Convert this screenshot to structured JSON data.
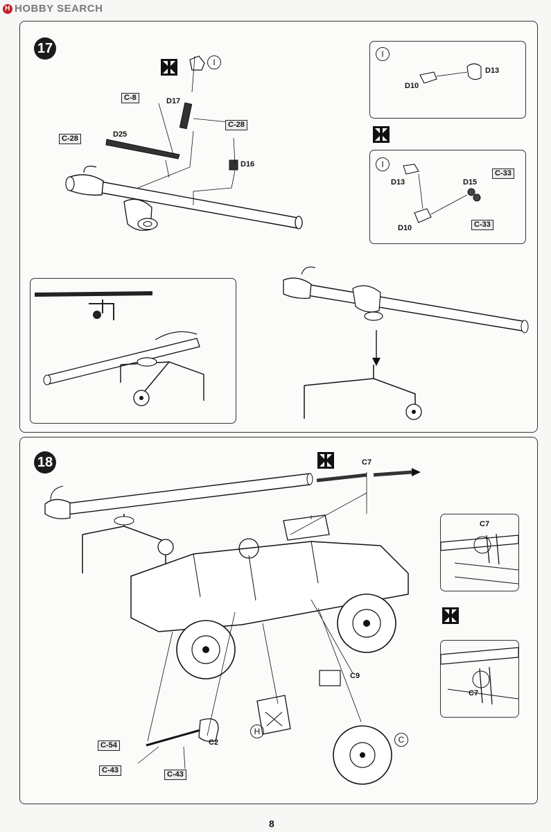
{
  "watermark": {
    "text": "HOBBY SEARCH",
    "logo": "H"
  },
  "step17": {
    "number": "17",
    "callouts": {
      "c8": "C-8",
      "d17": "D17",
      "c28a": "C-28",
      "d25": "D25",
      "c28b": "C-28",
      "d16": "D16",
      "opt_i": "I"
    },
    "inset_top": {
      "opt": "I",
      "d10": "D10",
      "d13": "D13"
    },
    "inset_bottom": {
      "opt": "I",
      "d13": "D13",
      "d15": "D15",
      "c33a": "C-33",
      "d10": "D10",
      "c33b": "C-33"
    }
  },
  "step18": {
    "number": "18",
    "callouts": {
      "c7": "C7",
      "c9": "C9",
      "c2": "C2",
      "c54": "C-54",
      "c43a": "C-43",
      "c43b": "C-43",
      "h": "H",
      "c": "C"
    },
    "inset_top": {
      "c7": "C7"
    },
    "inset_bottom": {
      "c7": "C7"
    }
  },
  "page": {
    "number": "8"
  },
  "colors": {
    "ink": "#1b1b1b",
    "watermark_red": "#c0202a",
    "watermark_gray": "#7a7a7a"
  },
  "icons": [
    "glue-icon"
  ]
}
